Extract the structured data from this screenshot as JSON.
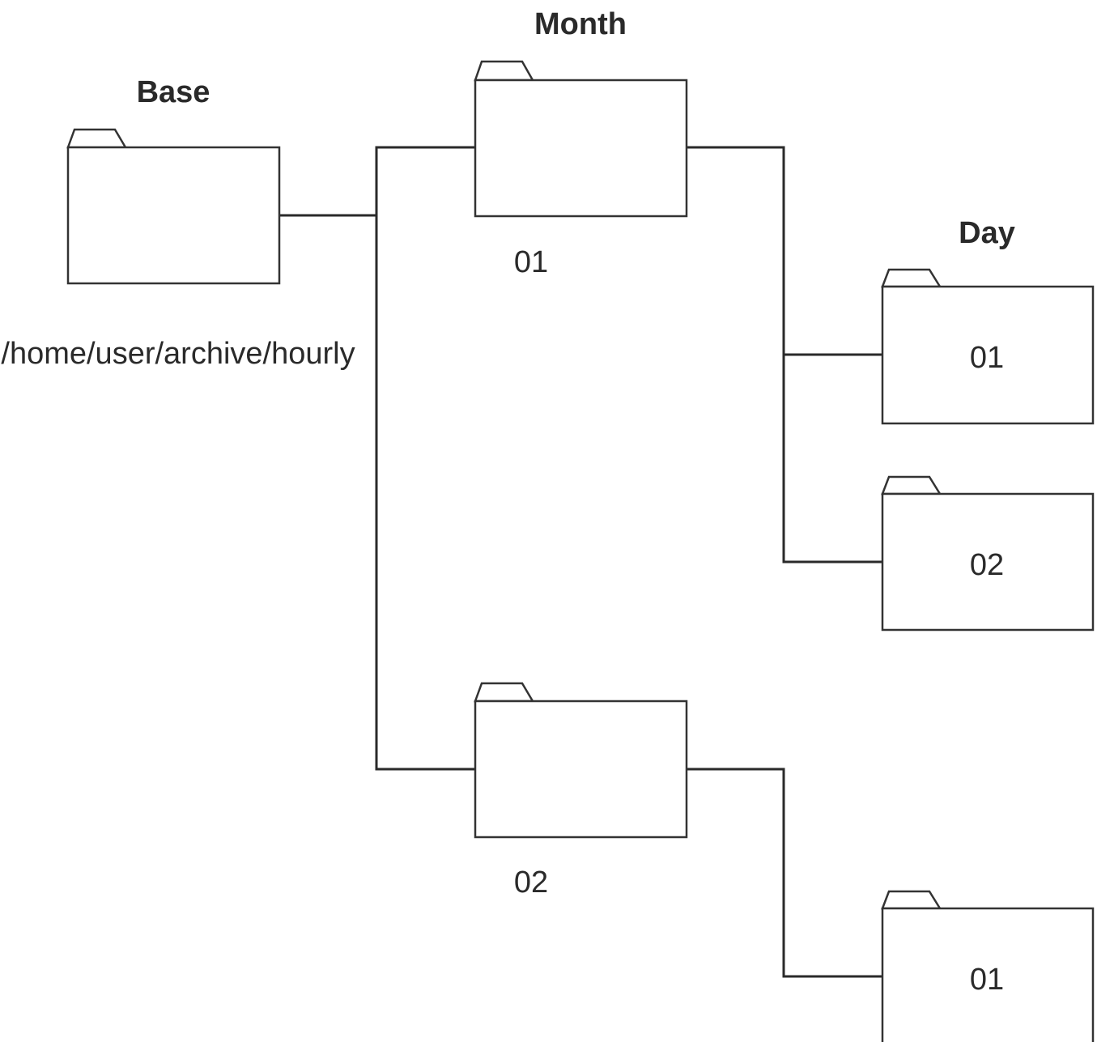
{
  "headings": {
    "base": "Base",
    "month": "Month",
    "day": "Day"
  },
  "base": {
    "path": "/home/user/archive/hourly"
  },
  "months": [
    {
      "label": "01",
      "days": [
        "01",
        "02"
      ]
    },
    {
      "label": "02",
      "days": [
        "01"
      ]
    }
  ]
}
